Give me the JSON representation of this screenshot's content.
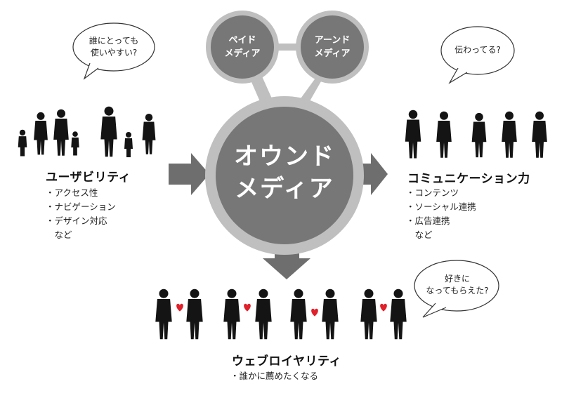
{
  "diagram": {
    "center_label": [
      "オウンド",
      "メディア"
    ],
    "top_left_circle": [
      "ペイド",
      "メディア"
    ],
    "top_right_circle": [
      "アーンド",
      "メディア"
    ]
  },
  "usability": {
    "bubble": [
      "誰にとっても",
      "使いやすい?"
    ],
    "title": "ユーザビリティ",
    "items": [
      "・アクセス性",
      "・ナビゲーション",
      "・デザイン対応",
      "　など"
    ]
  },
  "communication": {
    "bubble": [
      "伝わってる?"
    ],
    "title": "コミュニケーション力",
    "items": [
      "・コンテンツ",
      "・ソーシャル連携",
      "・広告連携",
      "　など"
    ]
  },
  "loyalty": {
    "bubble": [
      "好きに",
      "なってもらえた?"
    ],
    "title": "ウェブロイヤリティ",
    "items": [
      "・誰かに薦めたくなる"
    ]
  },
  "colors": {
    "circle_dark": "#777777",
    "circle_ring": "#bfbfbf",
    "arrow": "#6e6e6e",
    "heart": "#e0202a",
    "silhouette": "#141414"
  }
}
